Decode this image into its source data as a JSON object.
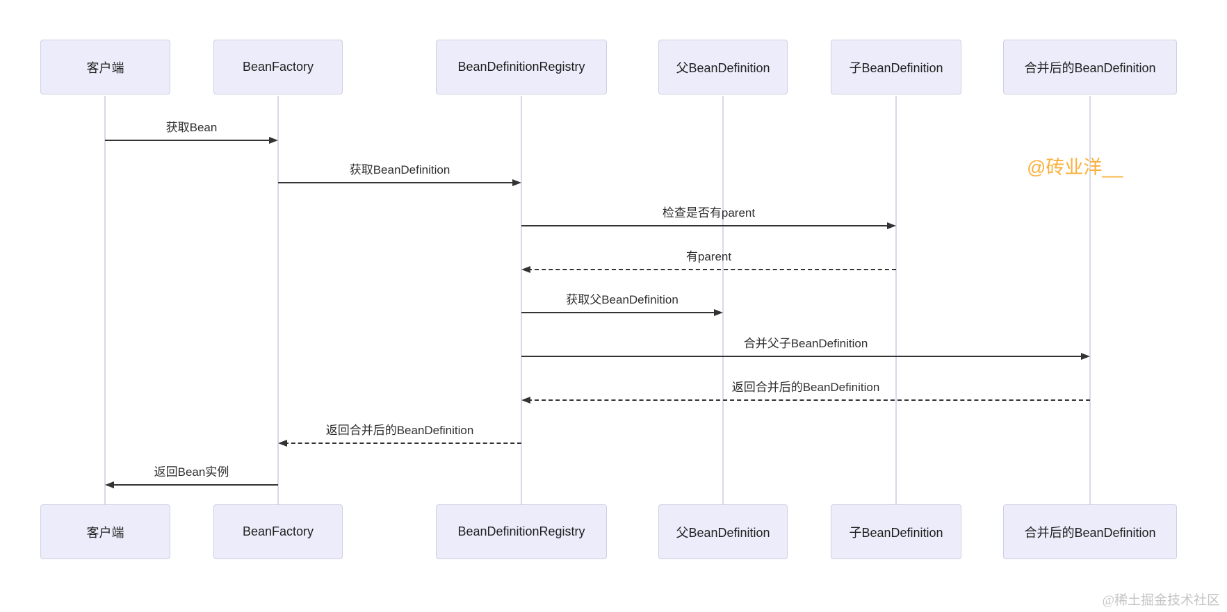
{
  "diagram": {
    "type": "sequence-diagram",
    "participants": [
      {
        "label": "客户端"
      },
      {
        "label": "BeanFactory"
      },
      {
        "label": "BeanDefinitionRegistry"
      },
      {
        "label": "父BeanDefinition"
      },
      {
        "label": "子BeanDefinition"
      },
      {
        "label": "合并后的BeanDefinition"
      }
    ],
    "messages": [
      {
        "text": "获取Bean",
        "from": "客户端",
        "to": "BeanFactory",
        "style": "solid"
      },
      {
        "text": "获取BeanDefinition",
        "from": "BeanFactory",
        "to": "BeanDefinitionRegistry",
        "style": "solid"
      },
      {
        "text": "检查是否有parent",
        "from": "BeanDefinitionRegistry",
        "to": "子BeanDefinition",
        "style": "solid"
      },
      {
        "text": "有parent",
        "from": "子BeanDefinition",
        "to": "BeanDefinitionRegistry",
        "style": "dashed"
      },
      {
        "text": "获取父BeanDefinition",
        "from": "BeanDefinitionRegistry",
        "to": "父BeanDefinition",
        "style": "solid"
      },
      {
        "text": "合并父子BeanDefinition",
        "from": "BeanDefinitionRegistry",
        "to": "合并后的BeanDefinition",
        "style": "solid"
      },
      {
        "text": "返回合并后的BeanDefinition",
        "from": "合并后的BeanDefinition",
        "to": "BeanDefinitionRegistry",
        "style": "dashed"
      },
      {
        "text": "返回合并后的BeanDefinition",
        "from": "BeanDefinitionRegistry",
        "to": "BeanFactory",
        "style": "dashed"
      },
      {
        "text": "返回Bean实例",
        "from": "BeanFactory",
        "to": "客户端",
        "style": "solid"
      }
    ],
    "watermark_author": "@砖业洋__",
    "watermark_site": "@稀土掘金技术社区",
    "colors": {
      "actor_fill": "#ECECFA",
      "actor_border": "#CFCFE2",
      "lifeline": "#D8D8EA",
      "message": "#333333",
      "watermark_author": "#FBB03B",
      "watermark_site": "#C4C4C4",
      "background": "#FFFFFF"
    }
  }
}
